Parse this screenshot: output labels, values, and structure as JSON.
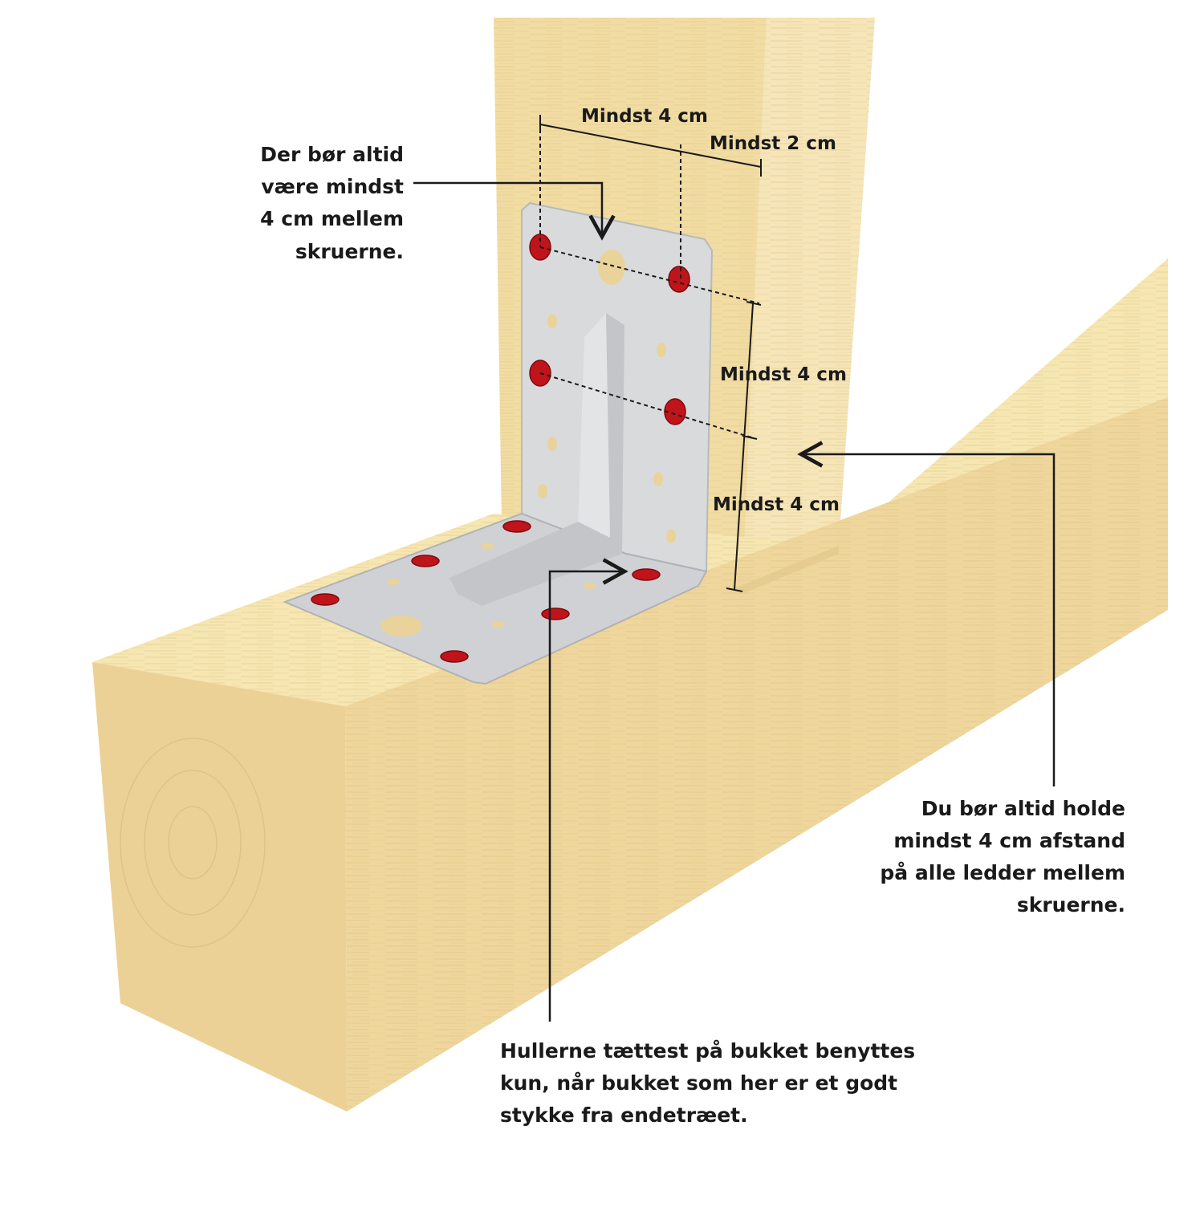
{
  "colors": {
    "wood_front": "#f1dca3",
    "wood_top": "#f6e6b2",
    "wood_end": "#eed49a",
    "post_side": "#f5e5b8",
    "steel": "#d9dadc",
    "screw": "#c0141b",
    "line": "#1a1a1a"
  },
  "dimensions": {
    "top_spacing": "Mindst 4 cm",
    "edge_spacing": "Mindst 2 cm",
    "vertical_spacing_1": "Mindst 4 cm",
    "vertical_spacing_2": "Mindst 4 cm"
  },
  "callouts": {
    "screw_distance": [
      "Der bør altid",
      "være mindst",
      "4 cm mellem",
      "skruerne."
    ],
    "edge_distance": [
      "Du bør altid holde",
      "mindst 4 cm afstand",
      "på alle ledder mellem",
      "skruerne."
    ],
    "bend_holes": [
      "Hullerne tættest på bukket benyttes",
      "kun, når bukket som her er et godt",
      "stykke fra endetræet."
    ]
  }
}
